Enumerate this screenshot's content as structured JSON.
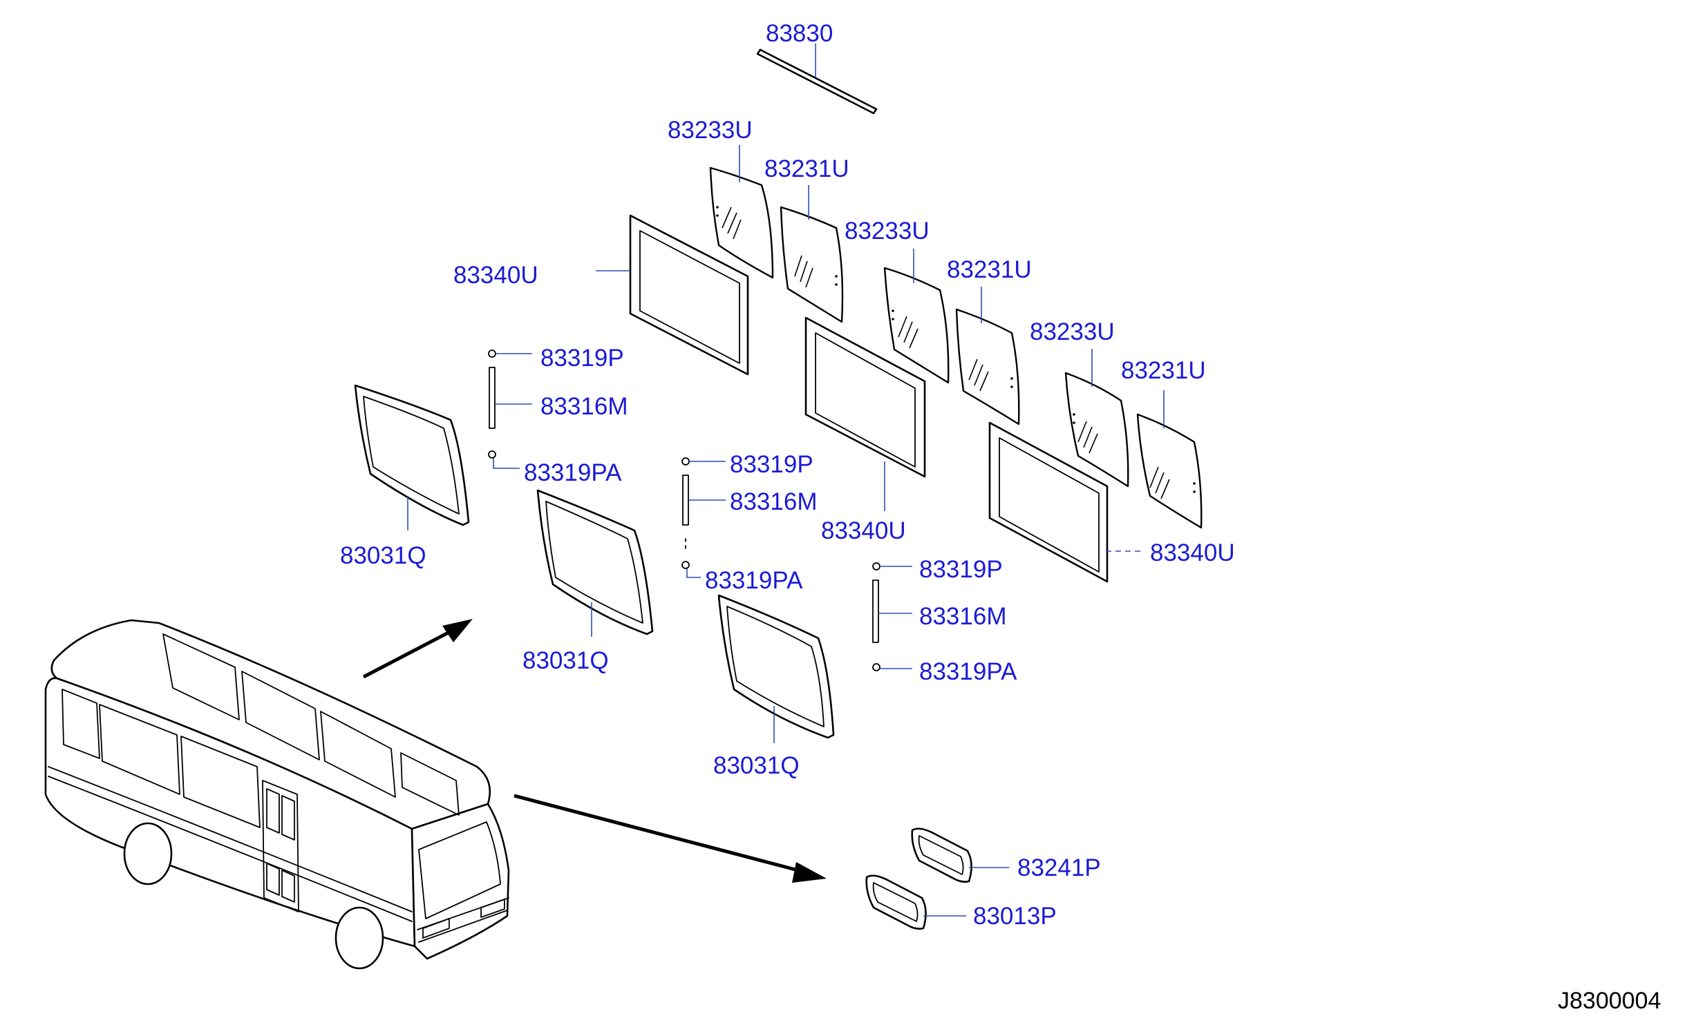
{
  "diagram": {
    "code": "J8300004",
    "callouts": [
      {
        "id": "c1",
        "text": "83830"
      },
      {
        "id": "c2",
        "text": "83233U"
      },
      {
        "id": "c3",
        "text": "83231U"
      },
      {
        "id": "c4",
        "text": "83233U"
      },
      {
        "id": "c5",
        "text": "83231U"
      },
      {
        "id": "c6",
        "text": "83233U"
      },
      {
        "id": "c7",
        "text": "83231U"
      },
      {
        "id": "c8",
        "text": "83340U"
      },
      {
        "id": "c9",
        "text": "83319P"
      },
      {
        "id": "c10",
        "text": "83316M"
      },
      {
        "id": "c11",
        "text": "83319PA"
      },
      {
        "id": "c12",
        "text": "83031Q"
      },
      {
        "id": "c13",
        "text": "83319P"
      },
      {
        "id": "c14",
        "text": "83316M"
      },
      {
        "id": "c15",
        "text": "83340U"
      },
      {
        "id": "c16",
        "text": "83319PA"
      },
      {
        "id": "c17",
        "text": "83031Q"
      },
      {
        "id": "c18",
        "text": "83340U"
      },
      {
        "id": "c19",
        "text": "83319P"
      },
      {
        "id": "c20",
        "text": "83316M"
      },
      {
        "id": "c21",
        "text": "83319PA"
      },
      {
        "id": "c22",
        "text": "83031Q"
      },
      {
        "id": "c23",
        "text": "83241P"
      },
      {
        "id": "c24",
        "text": "83013P"
      }
    ]
  }
}
